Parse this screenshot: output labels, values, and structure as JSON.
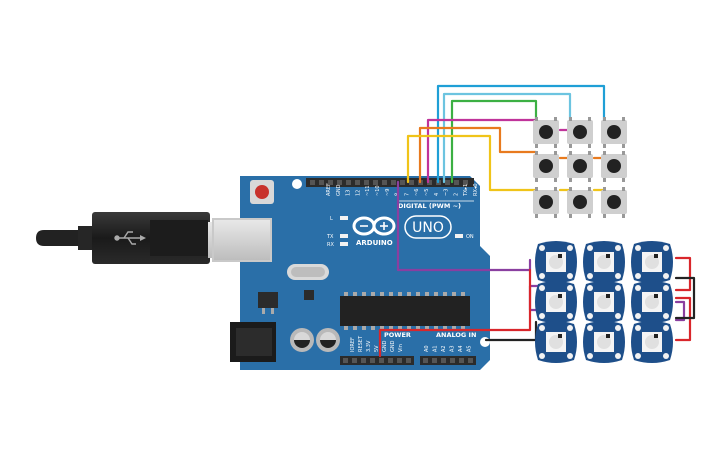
{
  "board": {
    "brand": "ARDUINO",
    "model": "UNO",
    "digital_header_label": "DIGITAL (PWM ~)",
    "analog_header_label": "ANALOG IN",
    "power_header_label": "POWER",
    "tx_label": "TX",
    "rx_label": "RX",
    "l_label": "L",
    "on_label": "ON",
    "aref_label": "AREF",
    "gnd_label": "GND",
    "pin_labels_top": [
      "13",
      "12",
      "~11",
      "~10",
      "~9",
      "8",
      "7",
      "~6",
      "~5",
      "4",
      "~3",
      "2",
      "TX▸1",
      "RX◂0"
    ],
    "pin_labels_analog": [
      "A0",
      "A1",
      "A2",
      "A3",
      "A4",
      "A5"
    ],
    "pin_labels_power": [
      "IOREF",
      "RESET",
      "3.3V",
      "5V",
      "GND",
      "GND",
      "Vin"
    ]
  },
  "colors": {
    "board": "#2a6fa8",
    "board_dark": "#1f5a8c",
    "header": "#2b2b2b",
    "wire_blue": "#1f9fd6",
    "wire_lightblue": "#6cc4e0",
    "wire_green": "#3cb043",
    "wire_magenta": "#c0339a",
    "wire_orange": "#e87a1e",
    "wire_yellow": "#f0c419",
    "wire_purple": "#8a3fa0",
    "wire_red": "#d9262b",
    "wire_black": "#222222",
    "pixel_board": "#1e4f8a"
  },
  "buttons": {
    "rows": 3,
    "cols": 3
  },
  "pixels": {
    "rows": 3,
    "cols": 3
  }
}
